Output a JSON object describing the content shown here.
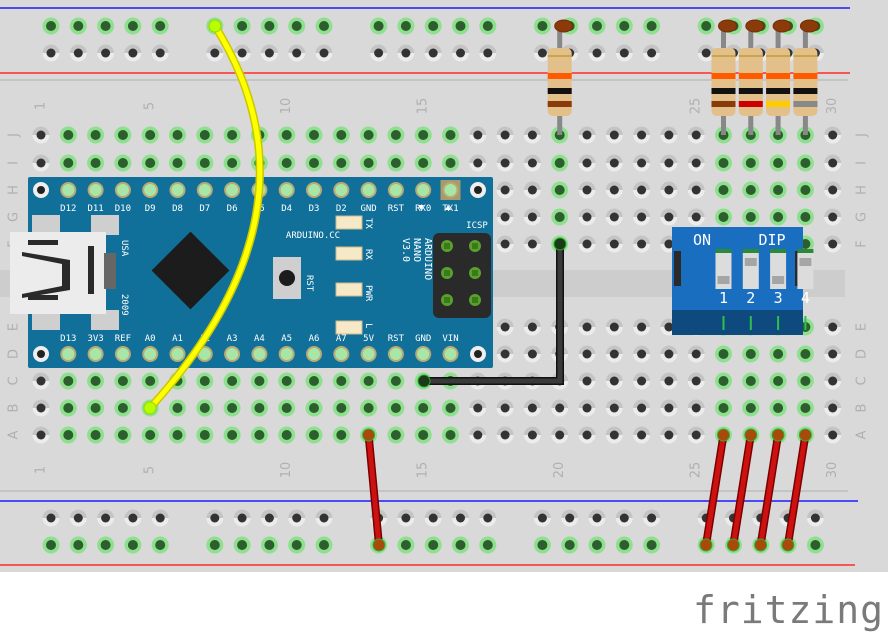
{
  "app": {
    "name": "fritzing",
    "view": "Breadboard view"
  },
  "breadboard": {
    "columns": 30,
    "rows_top": [
      "J",
      "I",
      "H",
      "G",
      "F"
    ],
    "rows_bottom": [
      "E",
      "D",
      "C",
      "B",
      "A"
    ],
    "column_number_labels": [
      "1",
      "5",
      "10",
      "15",
      "20",
      "25",
      "30"
    ],
    "rail_group_size": 5,
    "rail_groups": 5,
    "colors": {
      "body": "#d9d9d9",
      "rail_positive": "#ff2a2a",
      "rail_negative": "#1a1aff",
      "hole": "#333333",
      "connected": "#2d5e2d",
      "connected_glow": "#8ee08e"
    }
  },
  "arduino": {
    "name": "Arduino Nano",
    "board_text": [
      "ARDUINO",
      "NANO",
      "V3.0"
    ],
    "site": "ARDUINO.CC",
    "usa_label": "USA",
    "year_label": "2009",
    "rst_label": "RST",
    "icsp_label": "ICSP",
    "top_pins": [
      "D12",
      "D11",
      "D10",
      "D9",
      "D8",
      "D7",
      "D6",
      "D5",
      "D4",
      "D3",
      "D2",
      "GND",
      "RST",
      "RX0",
      "TX1"
    ],
    "bottom_pins": [
      "D13",
      "3V3",
      "REF",
      "A0",
      "A1",
      "A2",
      "A3",
      "A4",
      "A5",
      "A6",
      "A7",
      "5V",
      "RST",
      "GND",
      "VIN"
    ],
    "leds": [
      "TX",
      "RX",
      "PWR",
      "L"
    ],
    "color": "#11709a"
  },
  "dip_switch": {
    "label_on": "ON",
    "label_dip": "DIP",
    "switches": [
      {
        "number": "1",
        "on": false
      },
      {
        "number": "2",
        "on": true
      },
      {
        "number": "3",
        "on": false
      },
      {
        "number": "4",
        "on": true
      }
    ],
    "color": "#1a6ec0"
  },
  "resistors": [
    {
      "column": 20,
      "bands": [
        "#ff5a00",
        "#111111",
        "#8b3a0a"
      ]
    },
    {
      "column": 26,
      "bands": [
        "#ff5a00",
        "#111111",
        "#8b3a0a"
      ]
    },
    {
      "column": 27,
      "bands": [
        "#ff5a00",
        "#111111",
        "#cc0000"
      ]
    },
    {
      "column": 28,
      "bands": [
        "#ff5a00",
        "#111111",
        "#ffcc00"
      ]
    },
    {
      "column": 29,
      "bands": [
        "#ff5a00",
        "#111111",
        "#888888"
      ]
    }
  ],
  "wires": [
    {
      "name": "yellow-wire",
      "color": "#ffff00",
      "from": "top rail",
      "to": "B5"
    },
    {
      "name": "black-wire",
      "color": "#2a2a2a",
      "from": "C15",
      "to": "F20"
    },
    {
      "name": "red-wire-5v",
      "color": "#cc1111",
      "from": "A13",
      "to": "bottom rail"
    },
    {
      "name": "red-wire-dip-1",
      "color": "#cc1111",
      "from": "A26",
      "to": "bottom rail"
    },
    {
      "name": "red-wire-dip-2",
      "color": "#cc1111",
      "from": "A27",
      "to": "bottom rail"
    },
    {
      "name": "red-wire-dip-3",
      "color": "#cc1111",
      "from": "A28",
      "to": "bottom rail"
    },
    {
      "name": "red-wire-dip-4",
      "color": "#cc1111",
      "from": "A29",
      "to": "bottom rail"
    }
  ]
}
